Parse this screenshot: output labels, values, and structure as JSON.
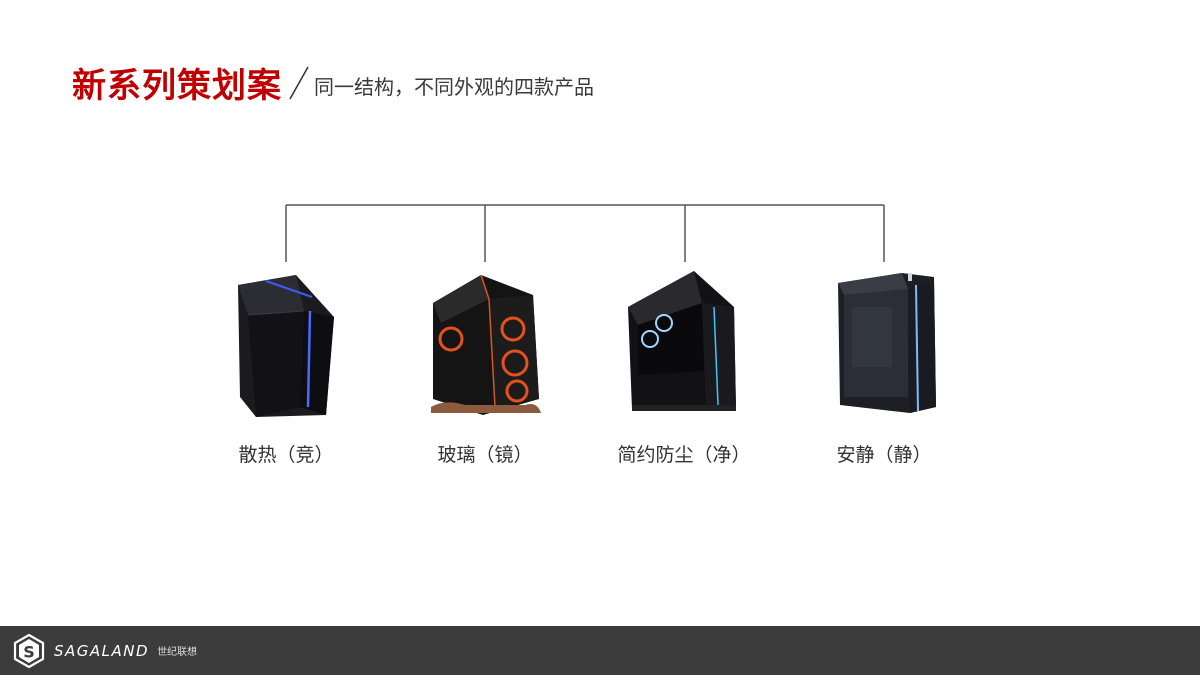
{
  "header": {
    "title": "新系列策划案",
    "subtitle": "同一结构，不同外观的四款产品"
  },
  "products": [
    {
      "label": "散热（竞）"
    },
    {
      "label": "玻璃（镜）"
    },
    {
      "label": "简约防尘（净）"
    },
    {
      "label": "安静（静）"
    }
  ],
  "footer": {
    "brand": "SAGALAND",
    "brand_cn": "世纪联想",
    "logo_letter": "S"
  },
  "colors": {
    "title_red": "#c00000",
    "footer_bg": "#3c3c3c"
  },
  "icons": [
    "pc-case-image",
    "slash-divider",
    "sagaland-logo-icon"
  ]
}
